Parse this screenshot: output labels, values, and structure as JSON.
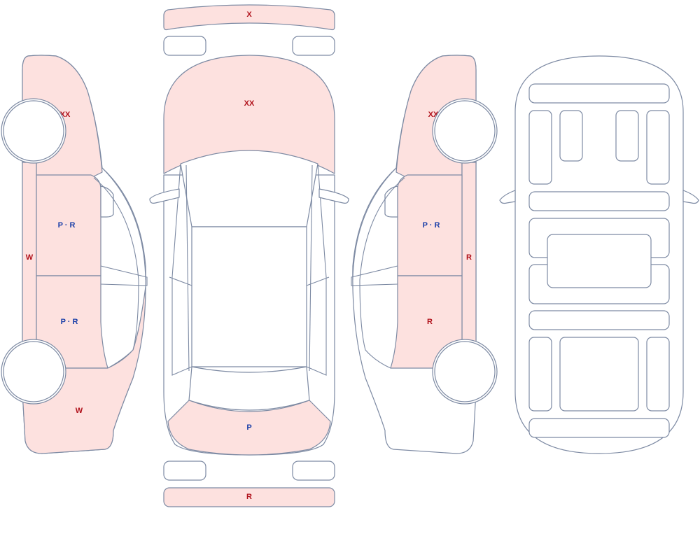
{
  "colors": {
    "damage_fill": "#fde1df",
    "outline": "#7d8aa3",
    "label_red": "#b0101a",
    "label_blue": "#1a3fa8"
  },
  "labels": {
    "front_bumper": "X",
    "hood": "XX",
    "front_trunk_lid": "P",
    "rear_bumper": "R",
    "left_front_fender": "XX",
    "left_front_door": "P · R",
    "left_rear_door": "P · R",
    "left_rocker": "W",
    "left_rear_quarter": "W",
    "right_front_fender": "XX",
    "right_front_door": "P · R",
    "right_rear_door": "R",
    "right_rocker": "R"
  }
}
